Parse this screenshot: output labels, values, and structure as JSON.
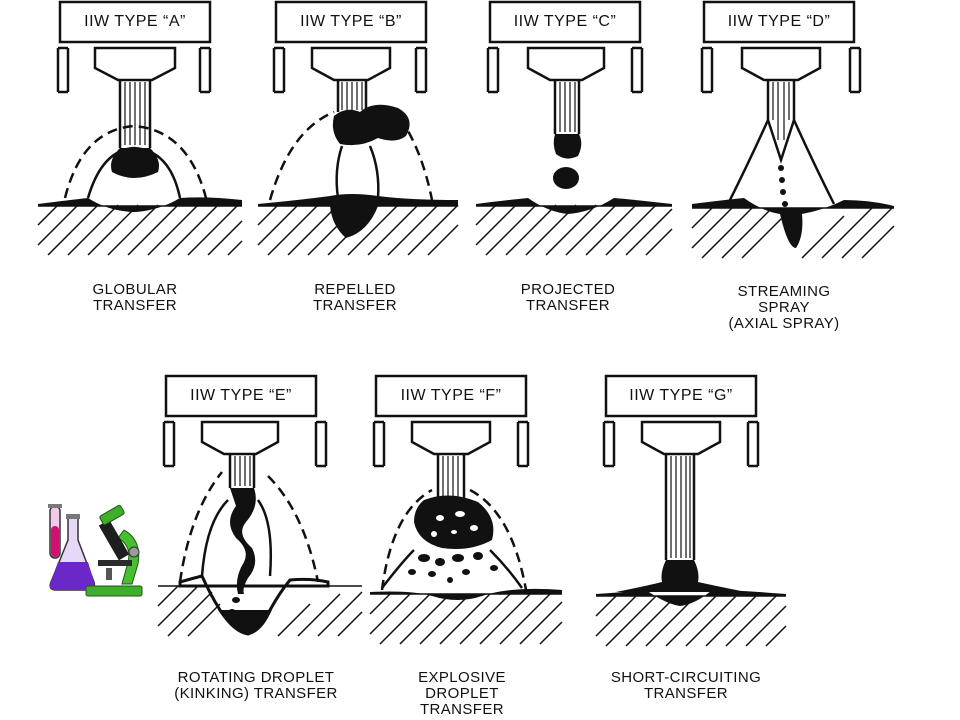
{
  "panels": [
    {
      "type_label": "IIW TYPE “A”",
      "caption": [
        "GLOBULAR",
        "TRANSFER"
      ]
    },
    {
      "type_label": "IIW TYPE “B”",
      "caption": [
        "REPELLED",
        "TRANSFER"
      ]
    },
    {
      "type_label": "IIW TYPE “C”",
      "caption": [
        "PROJECTED",
        "TRANSFER"
      ]
    },
    {
      "type_label": "IIW TYPE “D”",
      "caption": [
        "STREAMING",
        "SPRAY",
        "(AXIAL SPRAY)"
      ]
    },
    {
      "type_label": "IIW TYPE “E”",
      "caption": [
        "ROTATING DROPLET",
        "(KINKING) TRANSFER"
      ]
    },
    {
      "type_label": "IIW TYPE “F”",
      "caption": [
        "EXPLOSIVE",
        "DROPLET",
        "TRANSFER"
      ]
    },
    {
      "type_label": "IIW TYPE “G”",
      "caption": [
        "SHORT-CIRCUITING",
        "TRANSFER"
      ]
    }
  ],
  "icon": "lab-flask-microscope-icon",
  "colors": {
    "ink": "#111111",
    "background": "#ffffff"
  }
}
